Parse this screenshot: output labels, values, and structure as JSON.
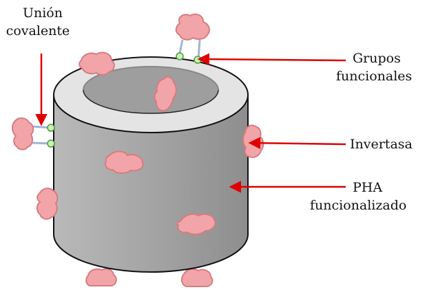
{
  "labels": {
    "covalent": [
      "Unión",
      "covalente"
    ],
    "functional_groups": [
      "Grupos",
      "funcionales"
    ],
    "invertase": "Invertasa",
    "pha": [
      "PHA",
      "funcionalizado"
    ]
  },
  "colors": {
    "arrow": "#e00000",
    "cylinder_body": "#a9a9a9",
    "cylinder_rim": "#e4e4e4",
    "cylinder_hole": "#9e9e9e",
    "enzyme_fill": "#f2a5a8",
    "enzyme_stroke": "#d87b80",
    "linker_node": "#c9f2b6",
    "linker_node_stroke": "#4d9a3a",
    "linker_bar": "#9fb4d8"
  },
  "icons": {
    "enzyme": "enzyme-blob",
    "linker": "covalent-linker",
    "functional_group": "functional-group-dot"
  }
}
